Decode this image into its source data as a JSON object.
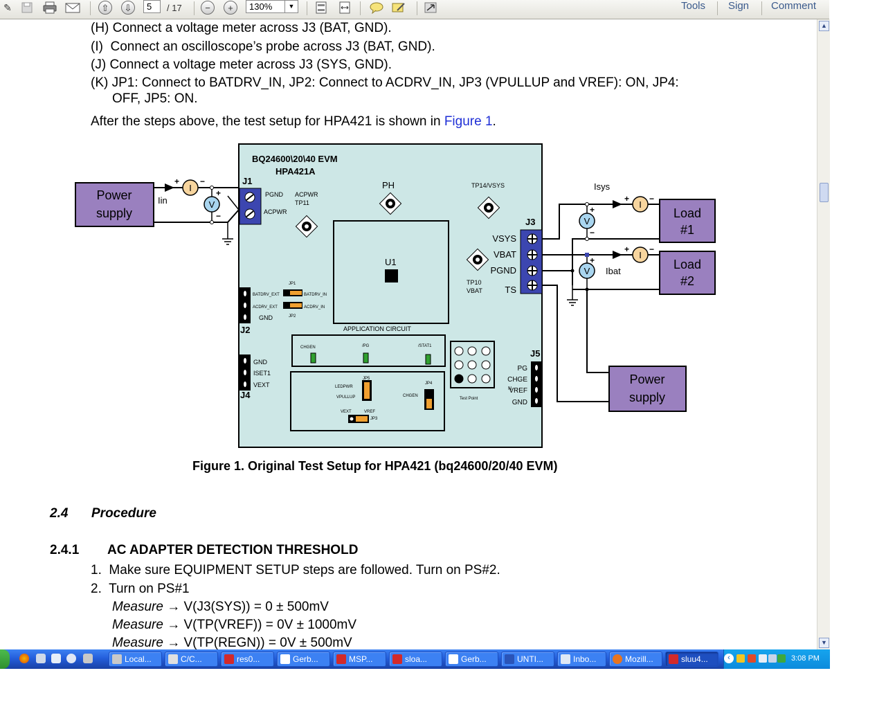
{
  "toolbar": {
    "page_current": "5",
    "page_total": "/ 17",
    "zoom": "130%",
    "tools_label": "Tools",
    "sign_label": "Sign",
    "comment_label": "Comment"
  },
  "doc": {
    "steps": [
      {
        "label": "(H)",
        "text": "Connect a voltage meter across J3 (BAT, GND)."
      },
      {
        "label": "(I)",
        "text": "Connect an oscilloscope’s probe across J3 (BAT, GND)."
      },
      {
        "label": "(J)",
        "text": "Connect a voltage meter across J3 (SYS, GND)."
      },
      {
        "label": "(K)",
        "text": "JP1: Connect to BATDRV_IN, JP2: Connect to ACDRV_IN, JP3 (VPULLUP and VREF): ON, JP4:",
        "text2": "OFF, JP5: ON."
      }
    ],
    "after_text": "After the steps above, the test setup for HPA421 is shown in ",
    "after_link": "Figure 1",
    "after_end": ".",
    "figure_caption": "Figure 1. Original Test Setup for HPA421 (bq24600/20/40 EVM)",
    "section_num": "2.4",
    "section_title": "Procedure",
    "subsection_num": "2.4.1",
    "subsection_title": "AC ADAPTER DETECTION THRESHOLD",
    "proc": [
      {
        "num": "1.",
        "text": "Make sure EQUIPMENT SETUP steps are followed. Turn on PS#2."
      },
      {
        "num": "2.",
        "text": "Turn on PS#1"
      }
    ],
    "measures": [
      {
        "word": "Measure",
        "expr": " → V(J3(SYS)) = 0 ± 500mV"
      },
      {
        "word": "Measure",
        "expr": " → V(TP(VREF)) = 0V ± 1000mV"
      },
      {
        "word": "Measure",
        "expr": " → V(TP(REGN)) = 0V ± 500mV"
      }
    ]
  },
  "diagram": {
    "board_title1": "BQ24600\\20\\40  EVM",
    "board_title2": "HPA421A",
    "ps1_line1": "Power",
    "ps1_line2": "supply",
    "ps2_line1": "Power",
    "ps2_line2": "supply",
    "load1_line1": "Load",
    "load1_line2": "#1",
    "load2_line1": "Load",
    "load2_line2": "#2",
    "iin": "Iin",
    "isys": "Isys",
    "ibat": "Ibat",
    "ammeter": "I",
    "voltmeter": "V",
    "plus": "+",
    "minus": "−",
    "j1": "J1",
    "j2": "J2",
    "j3": "J3",
    "j4": "J4",
    "j5": "J5",
    "pgnd": "PGND",
    "acpwr": "ACPWR",
    "acpwr_tp": "ACPWR",
    "tp11": "TP11",
    "ph": "PH",
    "tp14": "TP14/VSYS",
    "u1": "U1",
    "tp10": "TP10",
    "vbat_tp": "VBAT",
    "vsys": "VSYS",
    "vbat": "VBAT",
    "pgnd_j3": "PGND",
    "ts": "TS",
    "app_circuit": "APPLICATION CIRCUIT",
    "batdrv_ext": "BATDRV_EXT",
    "acdrv_ext": "ACDRV_EXT",
    "gnd_j2": "GND",
    "jp1": "JP1",
    "jp2": "JP2",
    "batdrv_in": "BATDRV_IN",
    "acdrv_in": "ACDRV_IN",
    "chgen": "CHGEN",
    "pg_led": "/PG",
    "stat1": "/STAT1",
    "gnd_j4": "GND",
    "iset1": "ISET1",
    "vext_j4": "VEXT",
    "ledpwr": "LEDPWR",
    "jp5": "JP5",
    "vpullup": "VPULLUP",
    "jp4": "JP4",
    "chgen_jp4": "CHGEN",
    "vext": "VEXT",
    "vref": "VREF",
    "jp3": "JP3",
    "test_point": "Test Point",
    "pg": "PG",
    "chge": "CHGE",
    "n_mark": "N",
    "vref_j5": "VREF",
    "gnd_j5": "GND"
  },
  "taskbar": {
    "tasks": [
      {
        "label": "Local...",
        "icon": "drive-icon",
        "color": "#c9c9c9"
      },
      {
        "label": "C/C...",
        "icon": "cube-icon",
        "color": "#e0e0e0"
      },
      {
        "label": "res0...",
        "icon": "pdf-icon",
        "color": "#d22a2a"
      },
      {
        "label": "Gerb...",
        "icon": "gerber-icon",
        "color": "#ffffff"
      },
      {
        "label": "MSP...",
        "icon": "pdf-icon",
        "color": "#d22a2a"
      },
      {
        "label": "sloa...",
        "icon": "pdf-icon",
        "color": "#d22a2a"
      },
      {
        "label": "Gerb...",
        "icon": "gerber-icon",
        "color": "#ffffff"
      },
      {
        "label": "UNTI...",
        "icon": "app-icon",
        "color": "#2a54b8"
      },
      {
        "label": "Inbo...",
        "icon": "mail-icon",
        "color": "#dfe8f5"
      },
      {
        "label": "Mozill...",
        "icon": "firefox-icon",
        "color": "#e8741f"
      },
      {
        "label": "sluu4...",
        "icon": "pdf-icon",
        "color": "#d22a2a"
      }
    ],
    "clock": "3:08 PM"
  },
  "colors": {
    "board": "#cde7e6",
    "purple_box": "#9a80bf",
    "blue_connector": "#3c46b0",
    "meter_orange": "#f7d59e",
    "meter_blue": "#a9d5ef",
    "link": "#1f2fd6"
  }
}
